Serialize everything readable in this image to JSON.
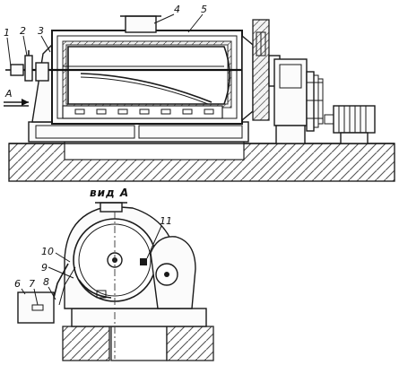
{
  "top_view": {
    "callouts": [
      "1",
      "2",
      "3",
      "4",
      "5"
    ],
    "arrow_label": "A"
  },
  "bottom_view": {
    "title": "вид A",
    "callouts": [
      "6",
      "7",
      "8",
      "9",
      "10",
      "11"
    ]
  }
}
